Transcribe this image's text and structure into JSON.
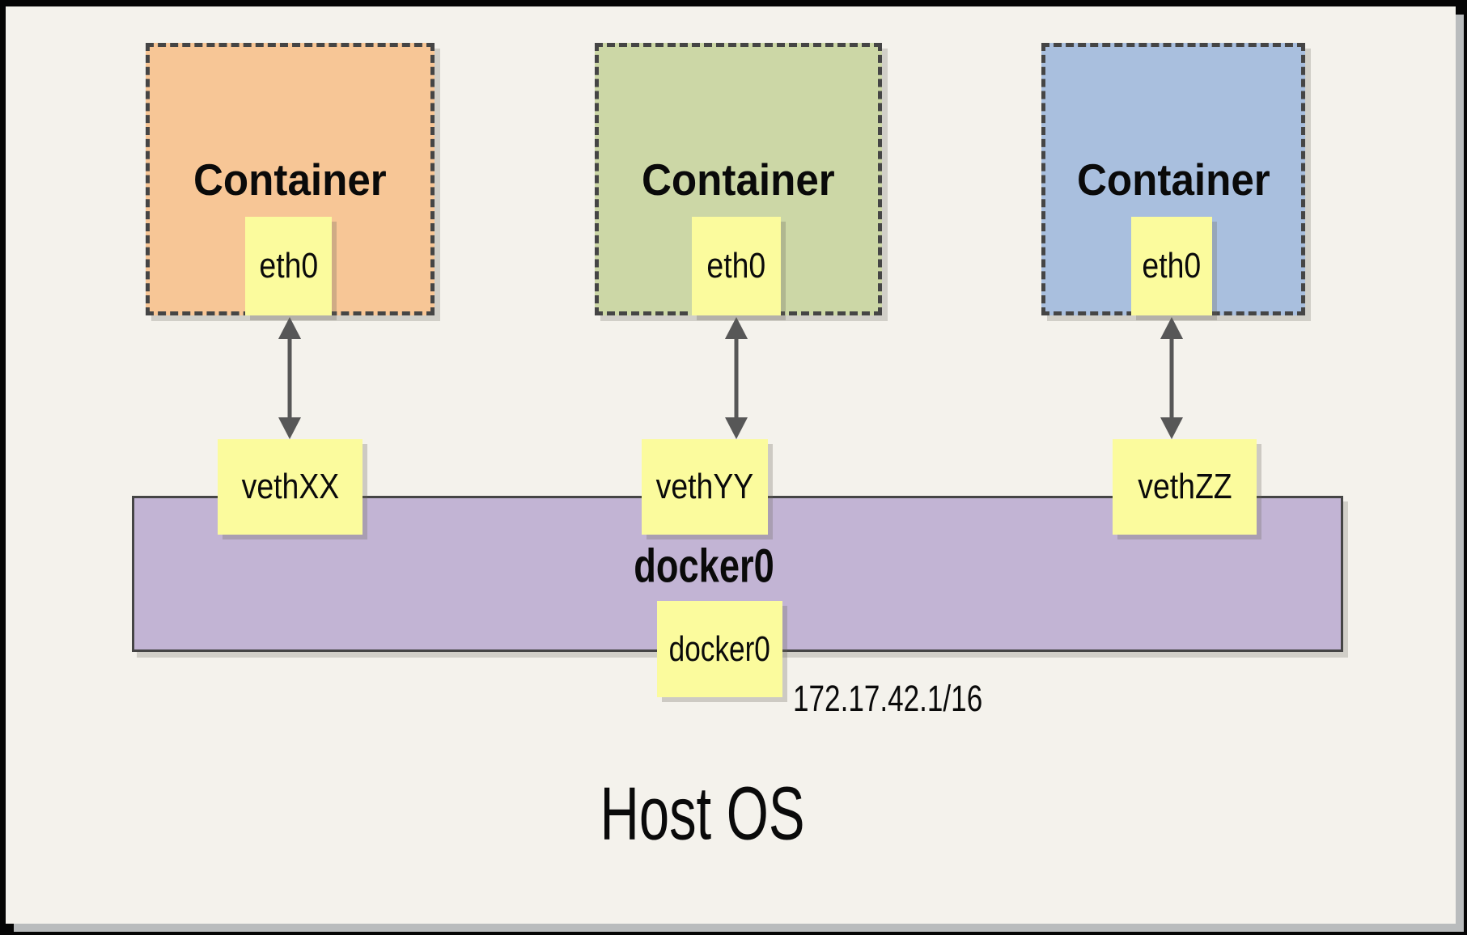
{
  "palette": {
    "page_background": "#F4F2EC",
    "frame_border": "#050505",
    "panel_shadow": "#B9BCBD",
    "note_yellow": "#FBFB9D",
    "bridge_purple": "#C2B4D4",
    "container_orange": "#F7C696",
    "container_green": "#CCD7A6",
    "container_blue": "#A9BFDE",
    "dashed_line_gray": "#454545",
    "arrow_gray": "#575757"
  },
  "containers": [
    {
      "title": "Container",
      "interface_label": "eth0",
      "veth_label": "vethXX",
      "fill": "#F7C696"
    },
    {
      "title": "Container",
      "interface_label": "eth0",
      "veth_label": "vethYY",
      "fill": "#CCD7A6"
    },
    {
      "title": "Container",
      "interface_label": "eth0",
      "veth_label": "vethZZ",
      "fill": "#A9BFDE"
    }
  ],
  "bridge": {
    "title": "docker0",
    "interface_label": "docker0",
    "ip_cidr": "172.17.42.1/16",
    "fill": "#C2B4D4"
  },
  "host": {
    "title": "Host OS"
  }
}
